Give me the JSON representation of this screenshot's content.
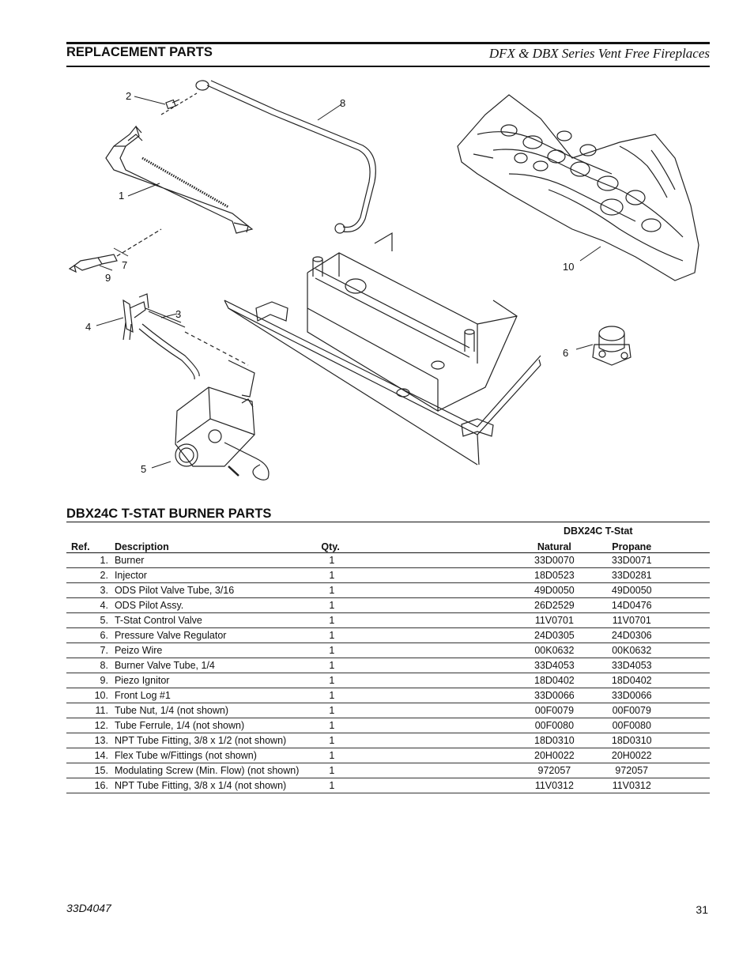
{
  "header": {
    "title": "REPLACEMENT PARTS",
    "subtitle": "DFX & DBX Series Vent Free Fireplaces"
  },
  "diagram": {
    "callouts": [
      "1",
      "2",
      "3",
      "4",
      "5",
      "6",
      "7",
      "8",
      "9",
      "10"
    ]
  },
  "parts": {
    "title": "DBX24C T-STAT BURNER PARTS",
    "group_header": "DBX24C T-Stat",
    "columns": {
      "ref": "Ref.",
      "description": "Description",
      "qty": "Qty.",
      "natural": "Natural",
      "propane": "Propane"
    },
    "rows": [
      {
        "ref": "1.",
        "description": "Burner",
        "qty": "1",
        "natural": "33D0070",
        "propane": "33D0071"
      },
      {
        "ref": "2.",
        "description": "Injector",
        "qty": "1",
        "natural": "18D0523",
        "propane": "33D0281"
      },
      {
        "ref": "3.",
        "description": "ODS Pilot Valve Tube, 3/16",
        "qty": "1",
        "natural": "49D0050",
        "propane": "49D0050"
      },
      {
        "ref": "4.",
        "description": "ODS Pilot Assy.",
        "qty": "1",
        "natural": "26D2529",
        "propane": "14D0476"
      },
      {
        "ref": "5.",
        "description": "T-Stat Control Valve",
        "qty": "1",
        "natural": "11V0701",
        "propane": "11V0701"
      },
      {
        "ref": "6.",
        "description": "Pressure Valve Regulator",
        "qty": "1",
        "natural": "24D0305",
        "propane": "24D0306"
      },
      {
        "ref": "7.",
        "description": "Peizo Wire",
        "qty": "1",
        "natural": "00K0632",
        "propane": "00K0632"
      },
      {
        "ref": "8.",
        "description": "Burner Valve Tube, 1/4",
        "qty": "1",
        "natural": "33D4053",
        "propane": "33D4053"
      },
      {
        "ref": "9.",
        "description": "Piezo Ignitor",
        "qty": "1",
        "natural": "18D0402",
        "propane": "18D0402"
      },
      {
        "ref": "10.",
        "description": "Front Log #1",
        "qty": "1",
        "natural": "33D0066",
        "propane": "33D0066"
      },
      {
        "ref": "11.",
        "description": "Tube Nut, 1/4 (not shown)",
        "qty": "1",
        "natural": "00F0079",
        "propane": "00F0079"
      },
      {
        "ref": "12.",
        "description": "Tube Ferrule, 1/4 (not shown)",
        "qty": "1",
        "natural": "00F0080",
        "propane": "00F0080"
      },
      {
        "ref": "13.",
        "description": "NPT Tube Fitting, 3/8 x 1/2 (not shown)",
        "qty": "1",
        "natural": "18D0310",
        "propane": "18D0310"
      },
      {
        "ref": "14.",
        "description": "Flex Tube w/Fittings (not shown)",
        "qty": "1",
        "natural": "20H0022",
        "propane": "20H0022"
      },
      {
        "ref": "15.",
        "description": "Modulating Screw (Min. Flow) (not shown)",
        "qty": "1",
        "natural": "972057",
        "propane": "972057"
      },
      {
        "ref": "16.",
        "description": "NPT Tube Fitting, 3/8 x 1/4 (not shown)",
        "qty": "1",
        "natural": "11V0312",
        "propane": "11V0312"
      }
    ]
  },
  "footer": {
    "doc_number": "33D4047",
    "page_number": "31"
  }
}
